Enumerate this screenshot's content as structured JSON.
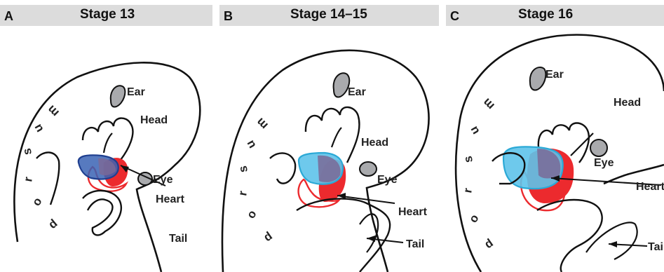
{
  "panels": [
    {
      "letter": "A",
      "stage": "Stage 13",
      "labels": {
        "ear": "Ear",
        "head": "Head",
        "eye": "Eye",
        "heart": "Heart",
        "tail": "Tail"
      },
      "dorsum": [
        "d",
        "o",
        "r",
        "s",
        "u",
        "m"
      ]
    },
    {
      "letter": "B",
      "stage": "Stage 14–15",
      "labels": {
        "ear": "Ear",
        "head": "Head",
        "eye": "Eye",
        "heart": "Heart",
        "tail": "Tail"
      },
      "dorsum": [
        "d",
        "o",
        "r",
        "s",
        "u",
        "m"
      ]
    },
    {
      "letter": "C",
      "stage": "Stage 16",
      "labels": {
        "ear": "Ear",
        "head": "Head",
        "eye": "Eye",
        "heart": "Heart",
        "tail": "Tail"
      },
      "dorsum": [
        "d",
        "o",
        "r",
        "s",
        "u",
        "m"
      ]
    }
  ],
  "colors": {
    "header_bg": "#dcdcdc",
    "outline": "#111111",
    "organ_gray": "#a9aaad",
    "heart_red": "#ec2a2e",
    "blue_dark": "#3a63b4",
    "blue_light": "#5ec3ea",
    "overlap_purple": "#7a6a98"
  }
}
